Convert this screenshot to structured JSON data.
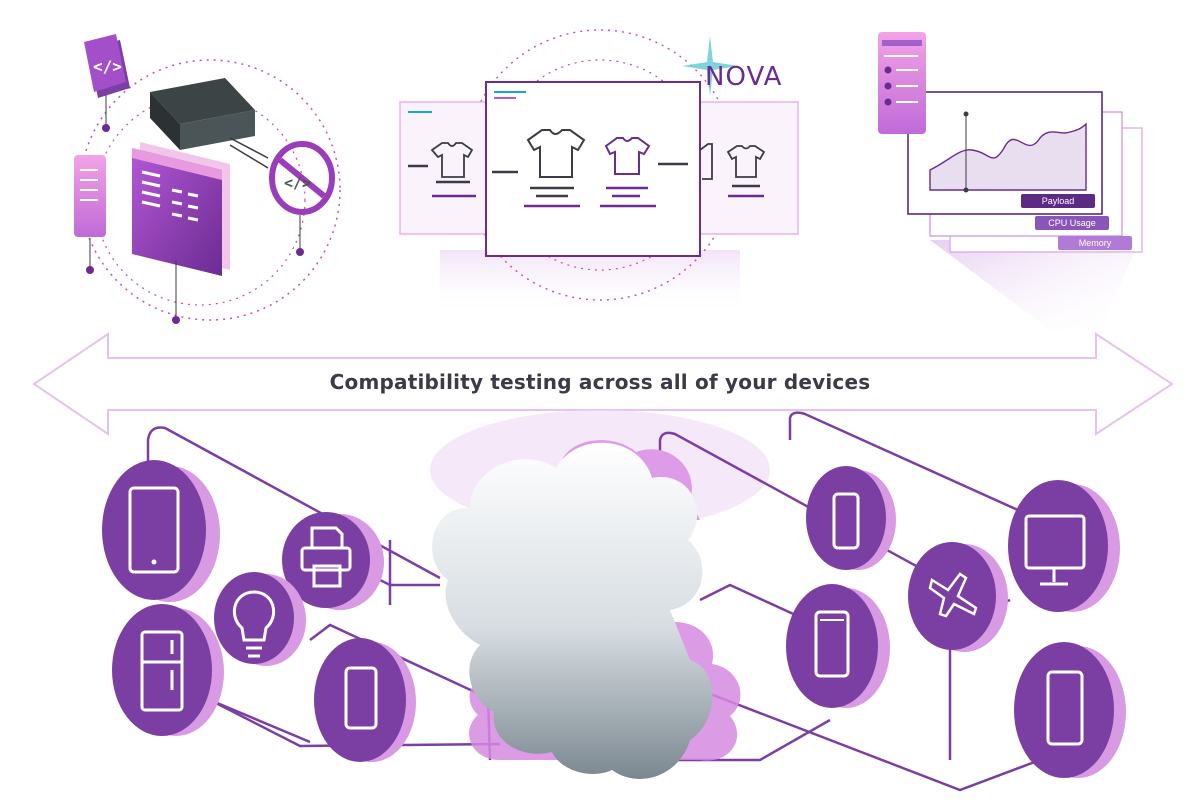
{
  "diagram": {
    "banner_text": "Compatibility testing across all of your devices",
    "brand": "NOVA",
    "metric_tags": [
      "Payload",
      "CPU Usage",
      "Memory"
    ]
  },
  "colors": {
    "purple_dark": "#5a2a84",
    "purple": "#7b3fa4",
    "purple_light": "#c68fe0",
    "pink": "#e58ad6",
    "text": "#3b3b47"
  },
  "device_icons": [
    "tablet-icon",
    "printer-icon",
    "lightbulb-icon",
    "fridge-icon",
    "smartphone-icon",
    "smartphone-icon",
    "smartphone-icon",
    "airplane-icon",
    "monitor-icon",
    "smartphone-icon"
  ]
}
